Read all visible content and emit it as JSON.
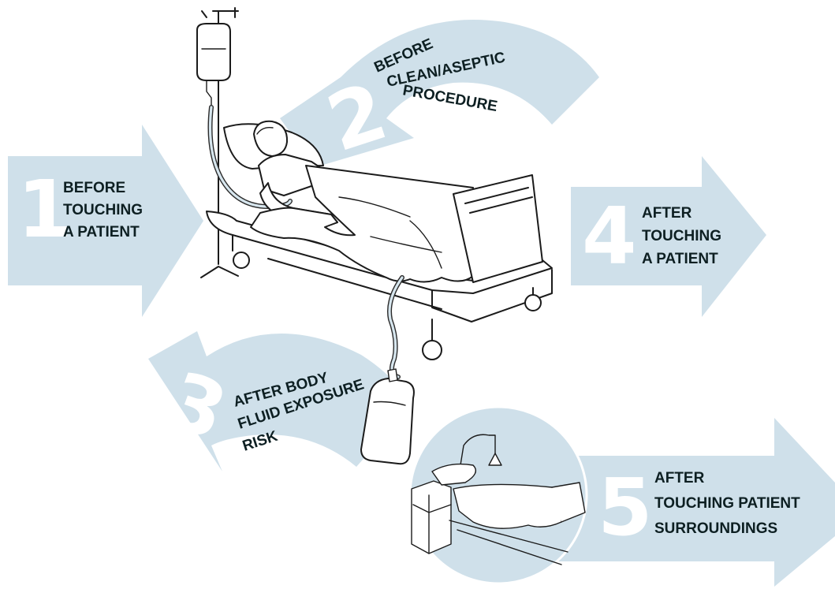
{
  "colors": {
    "arrow_fill": "#cfe0ea",
    "number_fill": "#ffffff",
    "text": "#0d1f22",
    "outline": "#1b1b1b"
  },
  "moments": [
    {
      "number": "1",
      "lines": [
        "BEFORE",
        "TOUCHING",
        "A PATIENT"
      ]
    },
    {
      "number": "2",
      "lines": [
        "BEFORE",
        "CLEAN/ASEPTIC",
        "PROCEDURE"
      ]
    },
    {
      "number": "3",
      "lines": [
        "AFTER BODY",
        "FLUID EXPOSURE",
        "RISK"
      ]
    },
    {
      "number": "4",
      "lines": [
        "AFTER",
        "TOUCHING",
        "A PATIENT"
      ]
    },
    {
      "number": "5",
      "lines": [
        "AFTER",
        "TOUCHING PATIENT",
        "SURROUNDINGS"
      ]
    }
  ],
  "illustrations": {
    "main": "patient-in-bed-icon",
    "iv_drip": "iv-drip-bag-icon",
    "urine_bag": "drainage-bag-icon",
    "surroundings": "empty-bed-surroundings-icon"
  }
}
